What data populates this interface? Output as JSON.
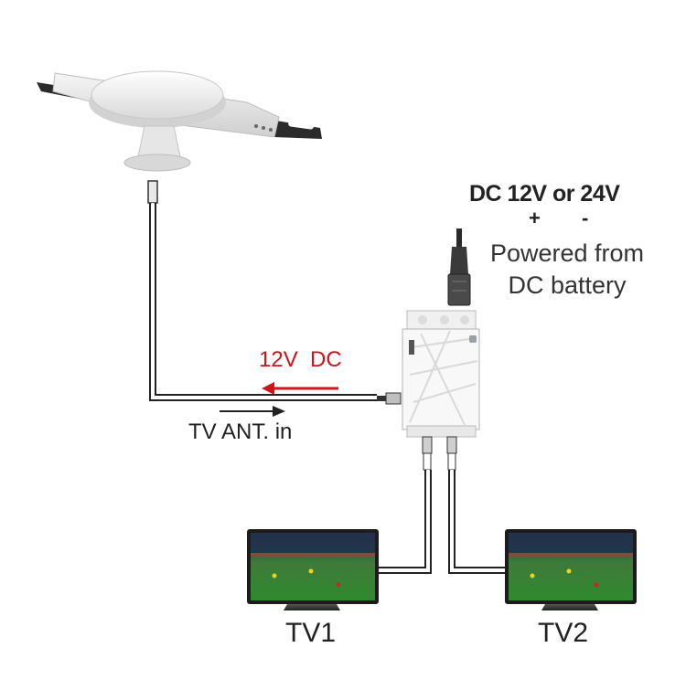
{
  "power": {
    "title": "DC 12V or 24V",
    "plus": "+",
    "minus": "-",
    "line1": "Powered from",
    "line2": "DC battery"
  },
  "signal": {
    "power_flow_label": "12V  DC",
    "antenna_in_label": "TV ANT. in"
  },
  "tvs": [
    {
      "label": "TV1"
    },
    {
      "label": "TV2"
    }
  ],
  "colors": {
    "power_arrow": "#d0131b",
    "cable": "#222222",
    "device": "#f4f4f4"
  }
}
